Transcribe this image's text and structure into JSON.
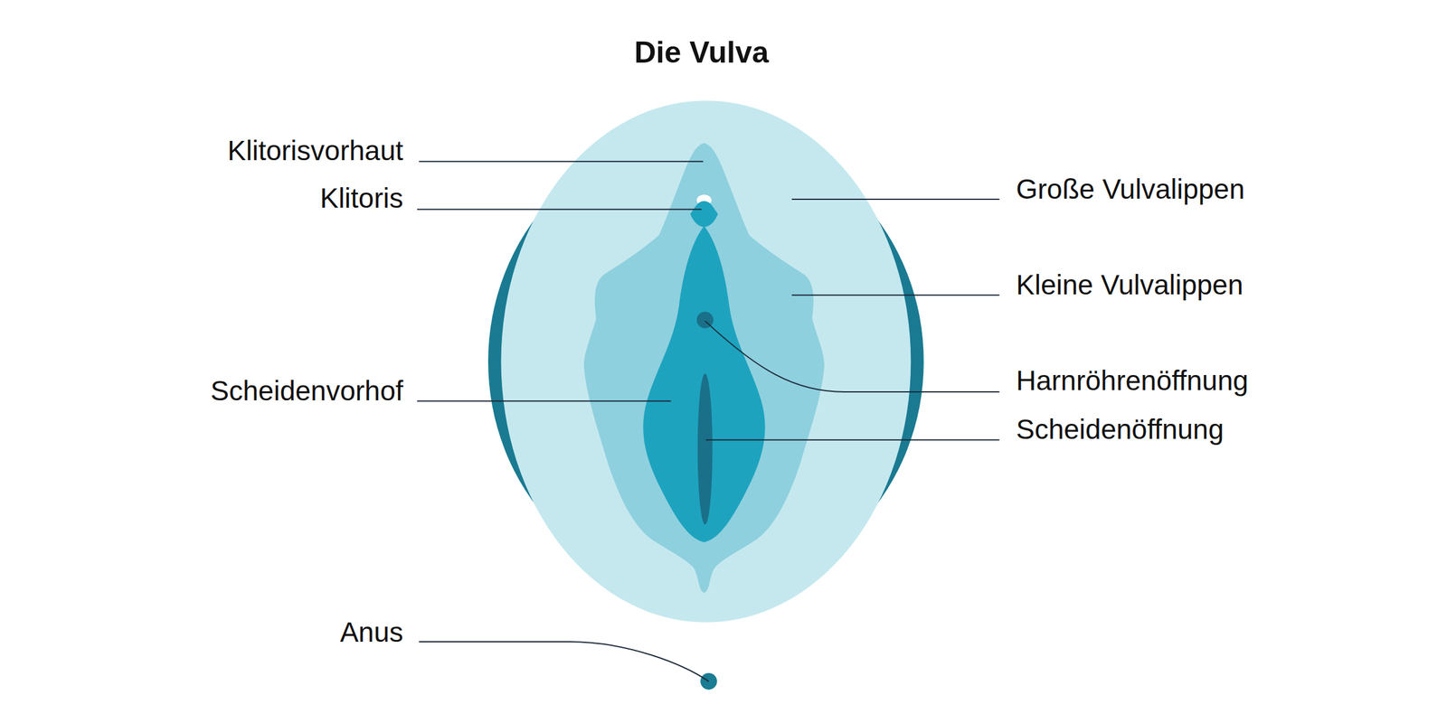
{
  "diagram": {
    "title": "Die Vulva",
    "labels": [
      "Klitorisvorhaut",
      "Große Vulvalippen",
      "Klitoris",
      "Kleine Vulvalippen",
      "Harnröhrenöffnung",
      "Scheidenvorhof",
      "Scheidenöffnung",
      "Anus"
    ]
  }
}
